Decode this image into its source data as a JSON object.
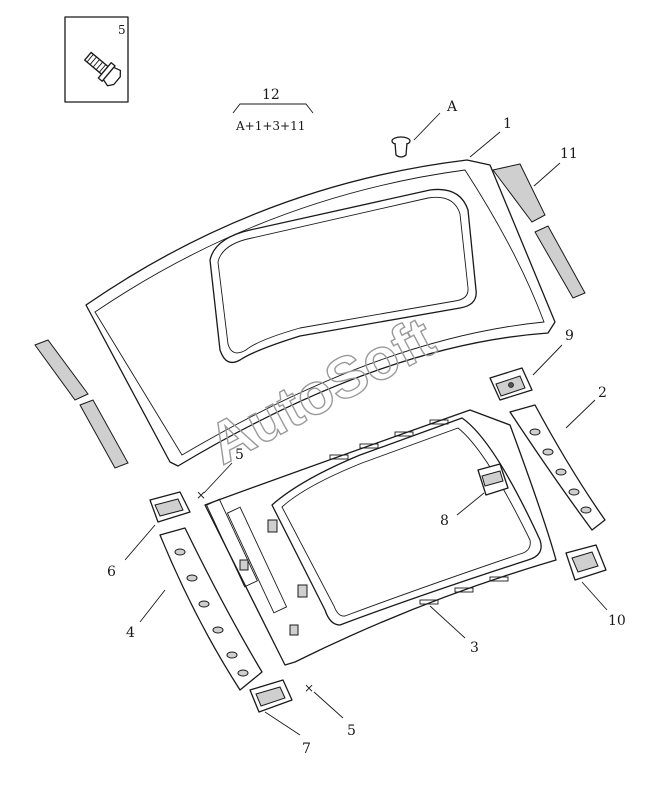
{
  "inset": {
    "callout": "5"
  },
  "kit": {
    "number": "12",
    "formula": "A+1+3+11"
  },
  "callouts": {
    "a": "A",
    "p1": "1",
    "p2": "2",
    "p3": "3",
    "p4": "4",
    "p5_upper": "5",
    "p5_lower": "5",
    "p6": "6",
    "p7": "7",
    "p8": "8",
    "p9": "9",
    "p10": "10",
    "p11": "11"
  },
  "watermark": "AutoSoft"
}
